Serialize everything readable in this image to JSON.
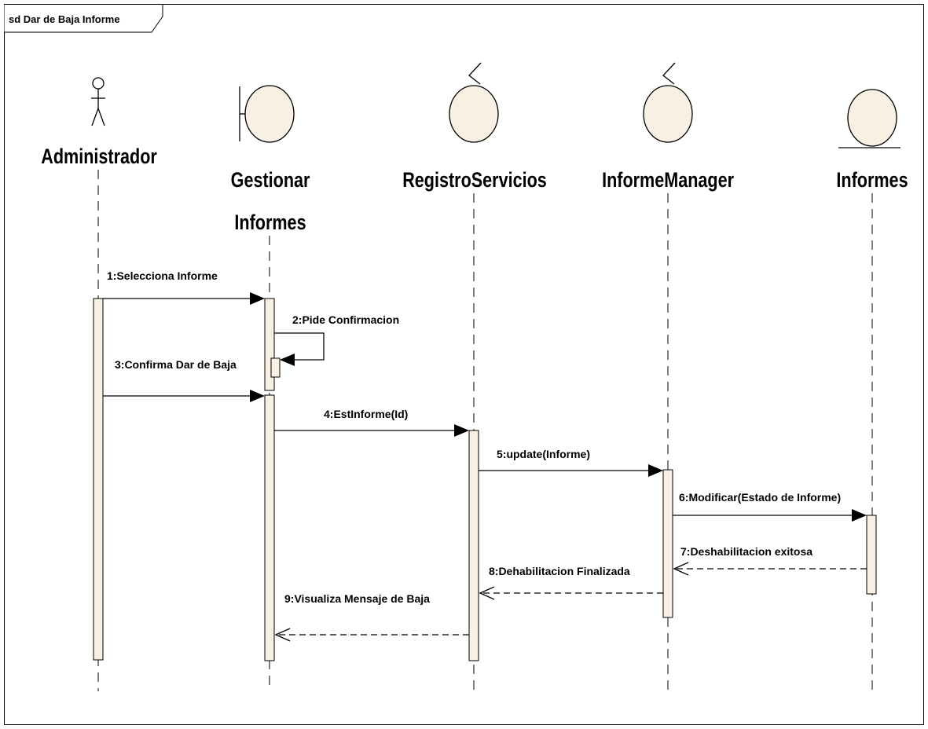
{
  "frame": {
    "label": "sd Dar de Baja Informe"
  },
  "lifelines": {
    "administrador": {
      "name": "Administrador",
      "kind": "actor"
    },
    "gestionar": {
      "name_line1": "Gestionar",
      "name_line2": "Informes",
      "kind": "boundary"
    },
    "registro": {
      "name": "RegistroServicios",
      "kind": "control"
    },
    "manager": {
      "name": "InformeManager",
      "kind": "control"
    },
    "informes": {
      "name": "Informes",
      "kind": "entity"
    }
  },
  "messages": [
    {
      "label": "1:Selecciona Informe",
      "from": "Administrador",
      "to": "Gestionar Informes",
      "style": "sync"
    },
    {
      "label": "2:Pide Confirmacion",
      "from": "Gestionar Informes",
      "to": "Gestionar Informes",
      "style": "self"
    },
    {
      "label": "3:Confirma Dar de Baja",
      "from": "Administrador",
      "to": "Gestionar Informes",
      "style": "sync"
    },
    {
      "label": "4:EstInforme(Id)",
      "from": "Gestionar Informes",
      "to": "RegistroServicios",
      "style": "sync"
    },
    {
      "label": "5:update(Informe)",
      "from": "RegistroServicios",
      "to": "InformeManager",
      "style": "sync"
    },
    {
      "label": "6:Modificar(Estado de Informe)",
      "from": "InformeManager",
      "to": "Informes",
      "style": "sync"
    },
    {
      "label": "7:Deshabilitacion exitosa",
      "from": "Informes",
      "to": "InformeManager",
      "style": "return"
    },
    {
      "label": "8:Dehabilitacion Finalizada",
      "from": "InformeManager",
      "to": "RegistroServicios",
      "style": "return"
    },
    {
      "label": "9:Visualiza Mensaje de Baja",
      "from": "RegistroServicios",
      "to": "Gestionar Informes",
      "style": "return"
    }
  ],
  "colors": {
    "fill": "#f8f0e2",
    "stroke": "#000000",
    "background": "#ffffff"
  }
}
